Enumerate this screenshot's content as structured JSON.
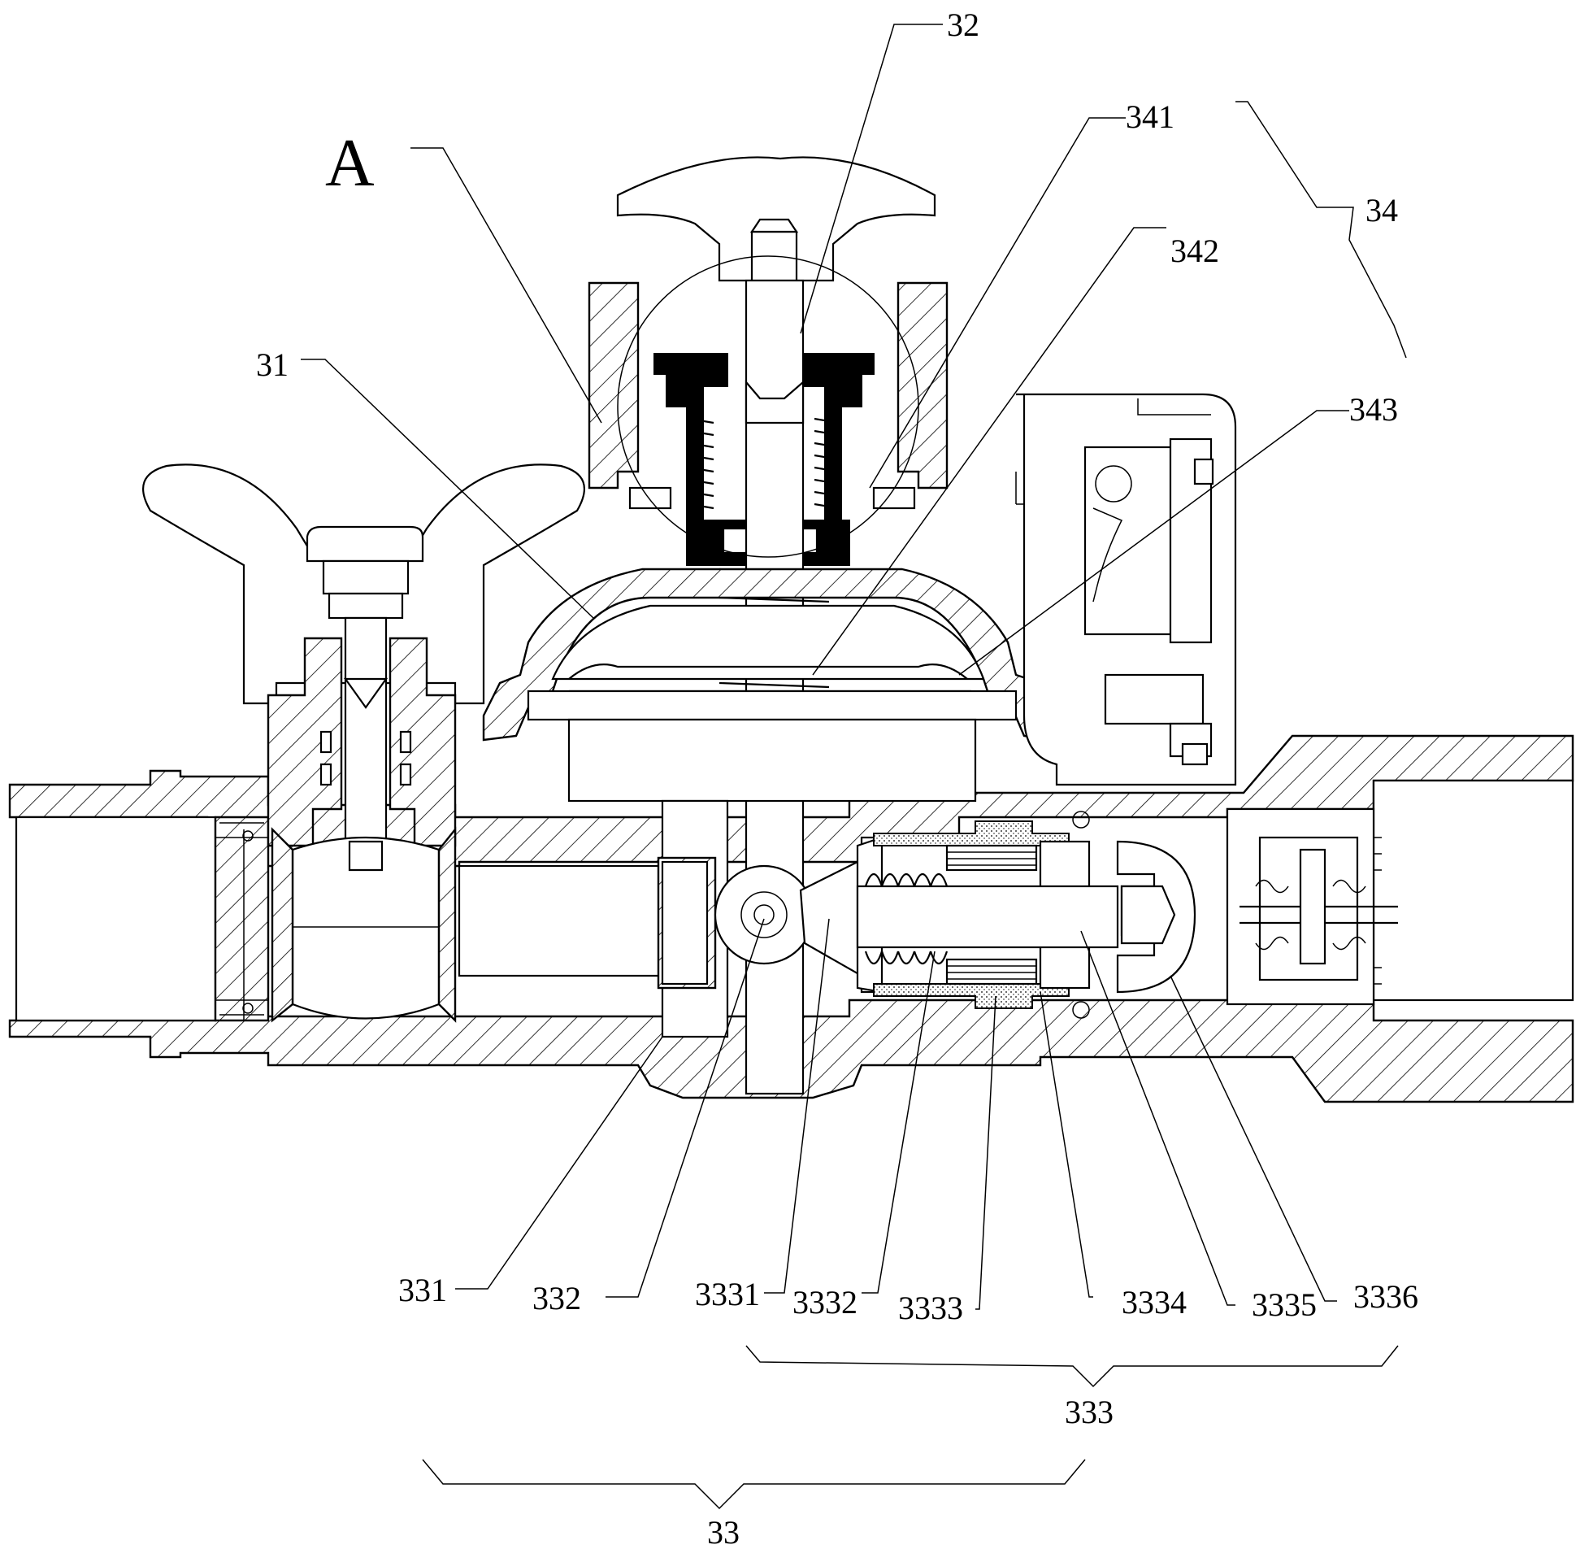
{
  "figure": {
    "detail_marker": "A",
    "labels": {
      "l32": "32",
      "l341": "341",
      "l34": "34",
      "l342": "342",
      "l31": "31",
      "l343": "343",
      "l331": "331",
      "l332": "332",
      "l3331": "3331",
      "l3332": "3332",
      "l3333": "3333",
      "l3334": "3334",
      "l3335": "3335",
      "l3336": "3336",
      "l333": "333",
      "l33": "33"
    }
  }
}
